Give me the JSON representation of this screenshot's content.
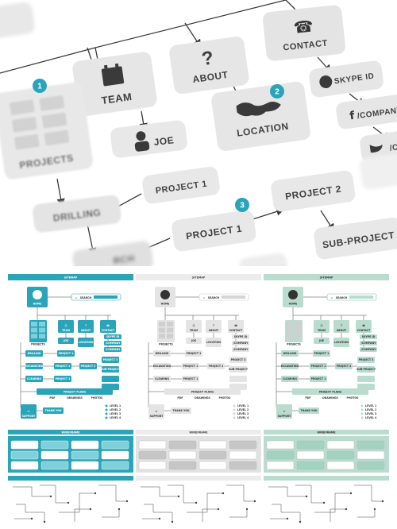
{
  "hero": {
    "nodes": {
      "team": "TEAM",
      "about": "ABOUT",
      "contact": "CONTACT",
      "joe": "JOE",
      "location": "LOCATION",
      "skype": "SKYPE ID",
      "company_fb": "/COMPANY",
      "company_tw": "/CO",
      "projects": "PROJECTS",
      "drilling": "DRILLING",
      "project1a": "PROJECT 1",
      "project1b": "PROJECT 1",
      "project2": "PROJECT 2",
      "subproject": "SUB-PROJECT",
      "search": "RCH"
    },
    "badges": [
      "1",
      "2",
      "3"
    ]
  },
  "thumbs": {
    "sitemap_title": "SITEMAP",
    "wireframe_title": "WIREFRAME",
    "sitemap": {
      "home": "HOME",
      "search": "SEARCH",
      "projects": "PROJECTS",
      "team": "TEAM",
      "about": "ABOUT",
      "contact": "CONTACT",
      "skype": "SKYPE ID",
      "joe": "JOE",
      "location": "LOCATION",
      "company1": "/COMPANY",
      "company2": "/COMPANY",
      "drilling": "DRILLING",
      "project1": "PROJECT 1",
      "project2": "PROJECT 2",
      "project3": "PROJECT 3",
      "subproject": "SUB-PROJECT",
      "excavating": "EXCAVATING",
      "project1b": "PROJECT 1",
      "project2b": "PROJECT 2",
      "clearing": "CLEARING",
      "project1c": "PROJECT 1",
      "project_plans": "PROJECT PLANS",
      "pdf": "PDF",
      "drawings": "DRAWINGS",
      "photos": "PHOTOS",
      "support": "SUPPORT",
      "thank_you": "THANK YOU",
      "legend": [
        "LEVEL 1",
        "LEVEL 2",
        "LEVEL 3",
        "LEVEL 4"
      ]
    },
    "colors": {
      "teal": "#2aa4b8",
      "teal_light": "#a8d8d0",
      "teal_light_bg": "#eef6f4",
      "gray": "#d5d5d5",
      "gray_light": "#ececec",
      "mint": "#b9dccf",
      "mint_dark": "#7fc0ad"
    }
  }
}
